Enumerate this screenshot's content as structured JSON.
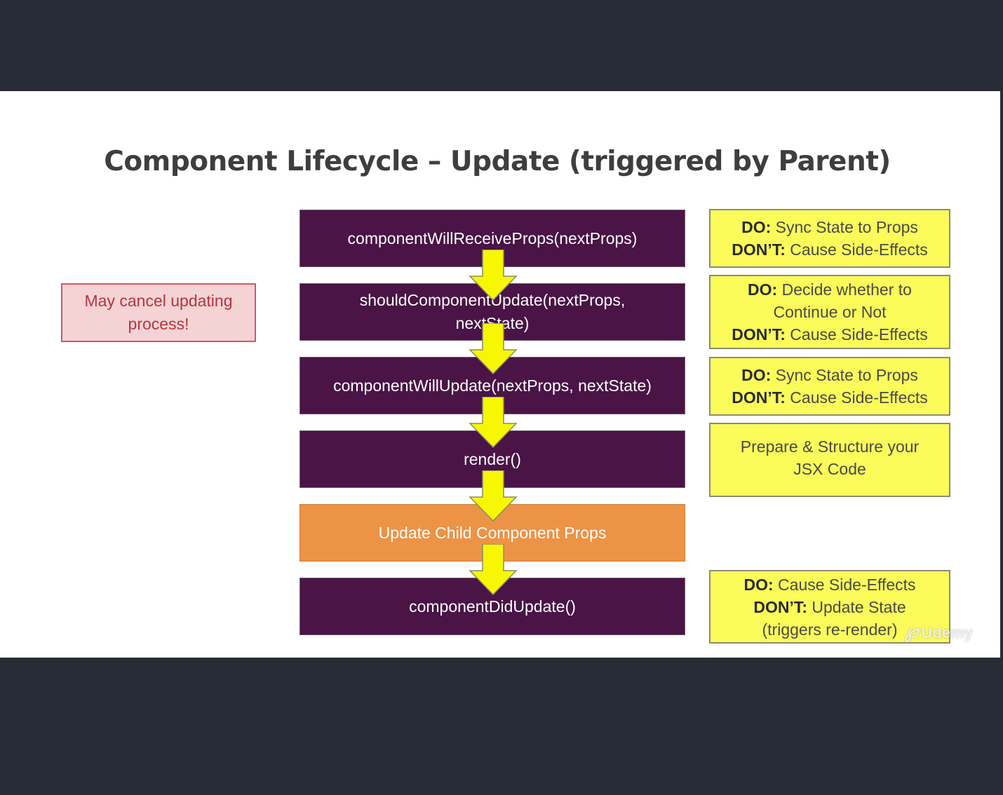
{
  "title": "Component Lifecycle – Update (triggered by Parent)",
  "cancel_note": "May cancel updating process!",
  "steps": [
    {
      "label": "componentWillReceiveProps(nextProps)"
    },
    {
      "label": "shouldComponentUpdate(nextProps, nextState)"
    },
    {
      "label": "componentWillUpdate(nextProps, nextState)"
    },
    {
      "label": "render()"
    },
    {
      "label": "Update Child Component Props"
    },
    {
      "label": "componentDidUpdate()"
    }
  ],
  "notes": [
    {
      "lines": [
        {
          "bold": "DO:",
          "text": " Sync State to Props"
        },
        {
          "bold": "DON’T:",
          "text": " Cause Side-Effects"
        }
      ]
    },
    {
      "lines": [
        {
          "bold": "DO:",
          "text": " Decide whether to"
        },
        {
          "bold": "",
          "text": "Continue or Not"
        },
        {
          "bold": "DON’T:",
          "text": " Cause Side-Effects"
        }
      ]
    },
    {
      "lines": [
        {
          "bold": "DO:",
          "text": " Sync State to Props"
        },
        {
          "bold": "DON’T:",
          "text": " Cause Side-Effects"
        }
      ]
    },
    {
      "lines": [
        {
          "bold": "",
          "text": "Prepare & Structure your"
        },
        {
          "bold": "",
          "text": "JSX Code"
        }
      ]
    },
    {
      "lines": [
        {
          "bold": "DO:",
          "text": " Cause Side-Effects"
        },
        {
          "bold": "DON’T:",
          "text": " Update State"
        },
        {
          "bold": "",
          "text": "(triggers re-render)"
        }
      ]
    }
  ],
  "watermark": "Udemy",
  "colors": {
    "step_purple": "#4a1446",
    "step_orange": "#ed9346",
    "note_yellow": "#fbfb5a",
    "arrow_yellow": "#f7f700",
    "cancel_pink": "#f5d3d5",
    "frame_dark": "#282c36"
  }
}
